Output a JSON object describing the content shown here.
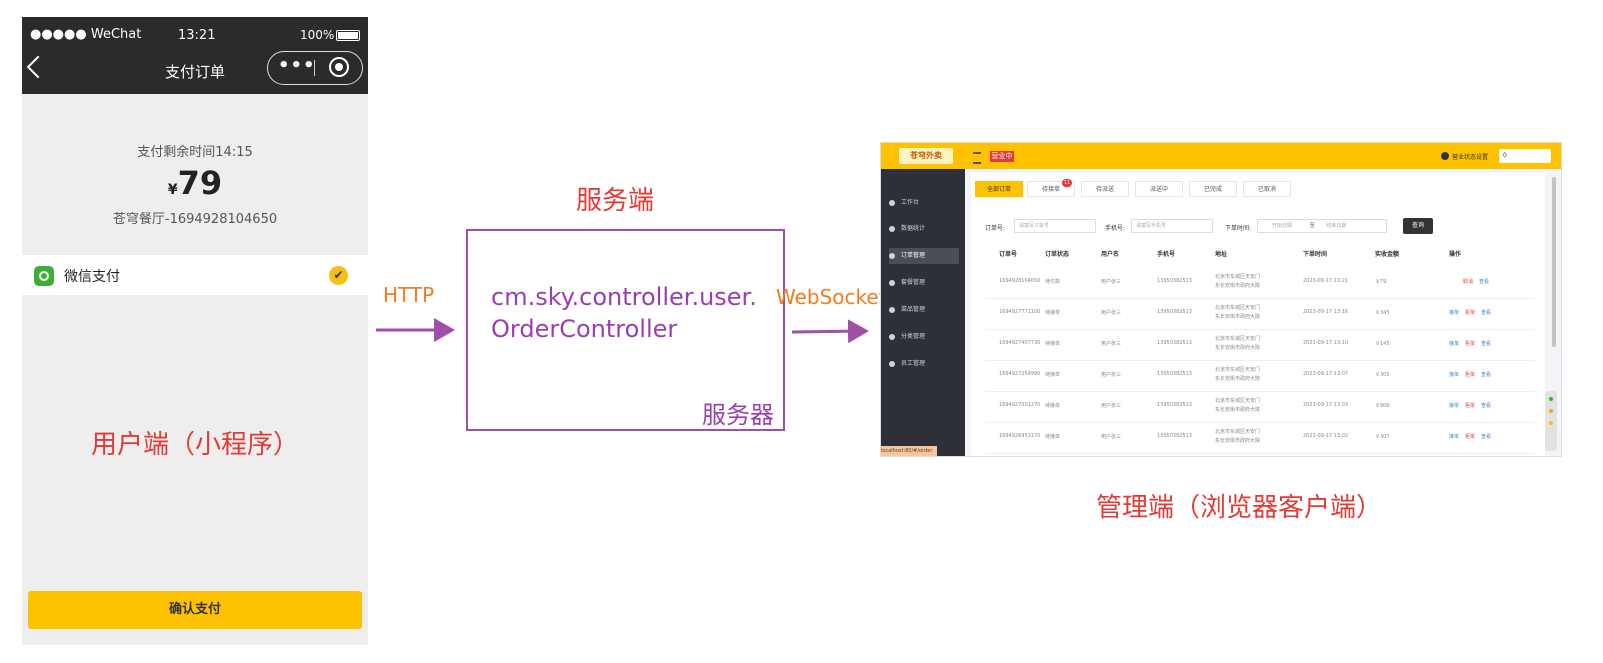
{
  "phone": {
    "status": {
      "carrier": "●●●●● WeChat",
      "time": "13:21",
      "battery": "100%"
    },
    "nav_title": "支付订单",
    "capsule_dots": "•••",
    "remain_time": "支付剩余时间14:15",
    "price": {
      "currency": "¥",
      "amount": "79"
    },
    "order_desc": "苍穹餐厅-1694928104650",
    "pay_method": "微信支付",
    "check_mark": "✔",
    "confirm_button": "确认支付"
  },
  "captions": {
    "user": "用户端（小程序）",
    "server": "服务端",
    "admin": "管理端（浏览器客户端）"
  },
  "server": {
    "class_line1": "cm.sky.controller.user.",
    "class_line2": "OrderController",
    "label": "服务器"
  },
  "protocols": {
    "http": "HTTP",
    "websocket": "WebSocket"
  },
  "colors": {
    "arrow": "#a04fa8",
    "caption": "#e53935",
    "protocol": "#f07d22",
    "accent": "#ffc200"
  },
  "admin": {
    "logo": "苍穹外卖",
    "status_badge": "营业中",
    "top_right": "营业状态设置",
    "select_value": "0",
    "sidebar": [
      {
        "label": "工作台",
        "active": false
      },
      {
        "label": "数据统计",
        "active": false
      },
      {
        "label": "订单管理",
        "active": true
      },
      {
        "label": "套餐管理",
        "active": false
      },
      {
        "label": "菜品管理",
        "active": false
      },
      {
        "label": "分类管理",
        "active": false
      },
      {
        "label": "员工管理",
        "active": false
      }
    ],
    "url": "localhost:80/#/order",
    "tabs": [
      {
        "label": "全部订单",
        "active": true
      },
      {
        "label": "待接单",
        "active": false
      },
      {
        "label": "待派送",
        "active": false
      },
      {
        "label": "派送中",
        "active": false
      },
      {
        "label": "已完成",
        "active": false
      },
      {
        "label": "已取消",
        "active": false
      }
    ],
    "tab_badge": "11",
    "filters": {
      "order_no_label": "订单号:",
      "order_no_placeholder": "请填写订单号",
      "phone_label": "手机号:",
      "phone_placeholder": "请填写手机号",
      "time_label": "下单时间:",
      "start_placeholder": "开始日期",
      "separator": "至",
      "end_placeholder": "结束日期",
      "search_button": "查询"
    },
    "columns": [
      "订单号",
      "订单状态",
      "用户名",
      "手机号",
      "地址",
      "下单时间",
      "实收金额",
      "操作"
    ],
    "rows": [
      {
        "no": "1694928104650",
        "status": "待付款",
        "user": "用户张三",
        "phone": "13950382513",
        "addr1": "北京市东城区天安门",
        "addr2": "东长安街市政府大院",
        "time": "2023-09-17 13:21",
        "amount": "￥79",
        "actions": [
          "取消",
          "查看"
        ]
      },
      {
        "no": "1694927771100",
        "status": "待接单",
        "user": "用户张三",
        "phone": "13950382513",
        "addr1": "北京市东城区天安门",
        "addr2": "东长安街市政府大院",
        "time": "2023-09-17 13:16",
        "amount": "￥345",
        "actions": [
          "接单",
          "拒单",
          "查看"
        ]
      },
      {
        "no": "1694927407730",
        "status": "待接单",
        "user": "用户张三",
        "phone": "13950382513",
        "addr1": "北京市东城区天安门",
        "addr2": "东长安街市政府大院",
        "time": "2023-09-17 13:10",
        "amount": "￥145",
        "actions": [
          "接单",
          "拒单",
          "查看"
        ]
      },
      {
        "no": "1694927254990",
        "status": "待接单",
        "user": "用户张三",
        "phone": "13950382513",
        "addr1": "北京市东城区天安门",
        "addr2": "东长安街市政府大院",
        "time": "2023-09-17 13:07",
        "amount": "￥305",
        "actions": [
          "接单",
          "拒单",
          "查看"
        ]
      },
      {
        "no": "1694927001270",
        "status": "待接单",
        "user": "用户张三",
        "phone": "13950382513",
        "addr1": "北京市东城区天安门",
        "addr2": "东长安街市政府大院",
        "time": "2023-09-17 13:03",
        "amount": "￥906",
        "actions": [
          "接单",
          "拒单",
          "查看"
        ]
      },
      {
        "no": "1694926951170",
        "status": "待接单",
        "user": "用户张三",
        "phone": "13950382513",
        "addr1": "北京市东城区天安门",
        "addr2": "东长安街市政府大院",
        "time": "2023-09-17 13:02",
        "amount": "￥307",
        "actions": [
          "接单",
          "拒单",
          "查看"
        ]
      }
    ]
  }
}
